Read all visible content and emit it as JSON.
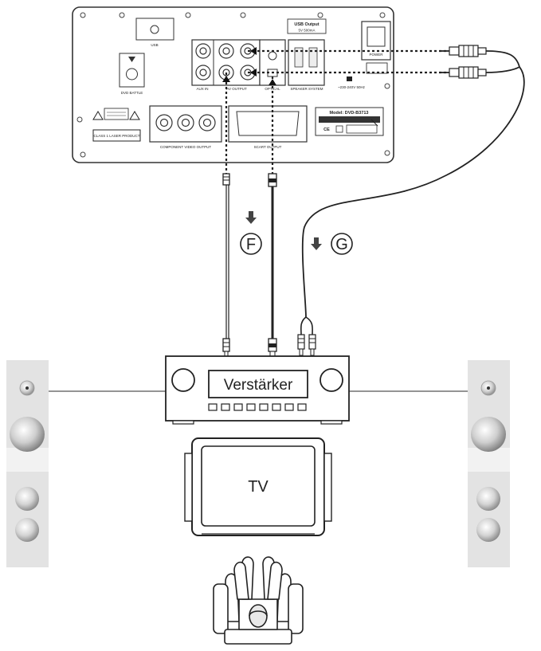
{
  "player": {
    "label_usb_top": "USB Output",
    "label_usb_bottom": "5V 500mA",
    "label_power": "POWER",
    "label_usb_port": "USB",
    "label_battle": "DVD BATTLE",
    "label_audio_in": "AUX IN",
    "label_av_output": "AV OUTPUT",
    "label_optical": "OPTICAL",
    "label_speaker": "SPEAKER SYSTEM",
    "label_voltage": "~230-240V 50Hz",
    "label_component": "COMPONENT VIDEO OUTPUT",
    "label_scart": "SCART OUTPUT",
    "label_class1": "CLASS 1 LASER PRODUCT",
    "label_model": "Model: DVD-B3713",
    "label_ce": "CE"
  },
  "markers": {
    "f": "F",
    "g": "G"
  },
  "amplifier": {
    "label": "Verstärker"
  },
  "tv": {
    "label": "TV"
  }
}
